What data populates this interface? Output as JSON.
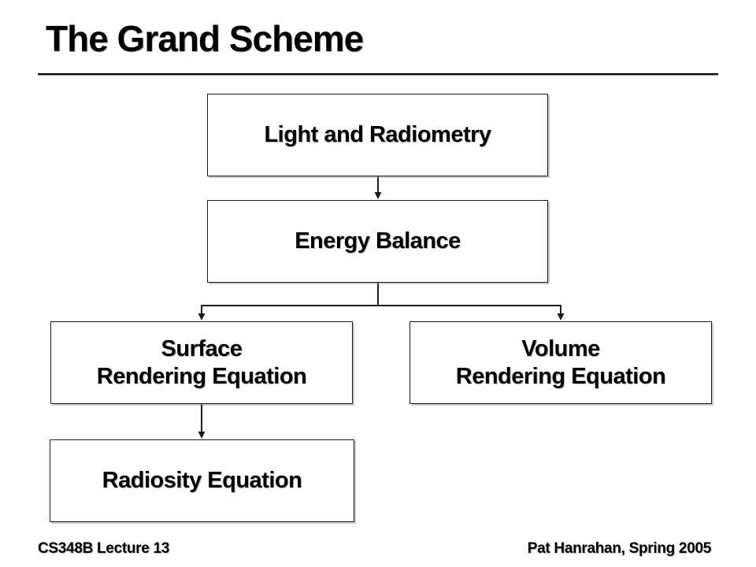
{
  "slide": {
    "title": "The Grand Scheme",
    "footer": {
      "left": "CS348B Lecture 13",
      "right": "Pat Hanrahan, Spring 2005"
    }
  },
  "diagram": {
    "type": "flowchart",
    "nodes": {
      "light": {
        "label": "Light and Radiometry"
      },
      "energy": {
        "label": "Energy Balance"
      },
      "surface": {
        "line1": "Surface",
        "line2": "Rendering Equation"
      },
      "volume": {
        "line1": "Volume",
        "line2": "Rendering Equation"
      },
      "radiosity": {
        "label": "Radiosity Equation"
      }
    },
    "edges": [
      {
        "from": "Light and Radiometry",
        "to": "Energy Balance"
      },
      {
        "from": "Energy Balance",
        "to": "Surface Rendering Equation"
      },
      {
        "from": "Energy Balance",
        "to": "Volume Rendering Equation"
      },
      {
        "from": "Surface Rendering Equation",
        "to": "Radiosity Equation"
      }
    ],
    "colors": {
      "background": "#ffffff",
      "text": "#000000",
      "box_border": "#1a1a1a",
      "box_fill": "#ffffff",
      "connector": "#1c1c1c"
    }
  }
}
